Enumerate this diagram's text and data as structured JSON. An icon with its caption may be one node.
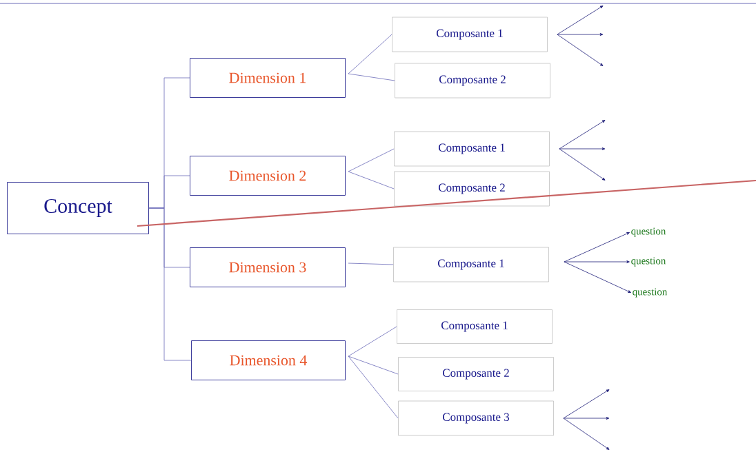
{
  "diagram": {
    "nodes": [
      {
        "text": [
          "Concept"
        ]
      },
      {
        "text": [
          "Dimension 1"
        ]
      },
      {
        "text": [
          "Composante 1"
        ]
      },
      {
        "text": [
          "Composante 2"
        ]
      },
      {
        "text": [
          "Dimension 2"
        ]
      },
      {
        "text": [
          "Composante 1"
        ]
      },
      {
        "text": [
          "Composante 2"
        ]
      },
      {
        "text": [
          "Dimension 3"
        ]
      },
      {
        "text": [
          "Composante 1"
        ]
      },
      {
        "text": [
          "question"
        ]
      },
      {
        "text": [
          "question"
        ]
      },
      {
        "text": [
          "question"
        ]
      },
      {
        "text": [
          "Dimension 4"
        ]
      },
      {
        "text": [
          "Composante 1"
        ]
      },
      {
        "text": [
          "Composante 2"
        ]
      },
      {
        "text": [
          "Composante 3"
        ]
      }
    ],
    "edges": [
      {
        "from": 0,
        "to": 1,
        "arrow": "none"
      },
      {
        "from": 0,
        "to": 4,
        "arrow": "none"
      },
      {
        "from": 0,
        "to": 7,
        "arrow": "none"
      },
      {
        "from": 0,
        "to": 12,
        "arrow": "none"
      },
      {
        "from": 1,
        "to": 2,
        "arrow": "none"
      },
      {
        "from": 1,
        "to": 3,
        "arrow": "none"
      },
      {
        "from": 4,
        "to": 5,
        "arrow": "none"
      },
      {
        "from": 4,
        "to": 6,
        "arrow": "none"
      },
      {
        "from": 7,
        "to": 8,
        "arrow": "none"
      },
      {
        "from": 12,
        "to": 13,
        "arrow": "none"
      },
      {
        "from": 12,
        "to": 14,
        "arrow": "none"
      },
      {
        "from": 12,
        "to": 15,
        "arrow": "none"
      },
      {
        "from": 2,
        "to": null,
        "arrow": "to"
      },
      {
        "from": 2,
        "to": null,
        "arrow": "to"
      },
      {
        "from": 2,
        "to": null,
        "arrow": "to"
      },
      {
        "from": 5,
        "to": null,
        "arrow": "to"
      },
      {
        "from": 5,
        "to": null,
        "arrow": "to"
      },
      {
        "from": 5,
        "to": null,
        "arrow": "to"
      },
      {
        "from": 8,
        "to": 9,
        "arrow": "to"
      },
      {
        "from": 8,
        "to": 10,
        "arrow": "to"
      },
      {
        "from": 8,
        "to": 11,
        "arrow": "to"
      },
      {
        "from": 15,
        "to": null,
        "arrow": "to"
      },
      {
        "from": 15,
        "to": null,
        "arrow": "to"
      },
      {
        "from": 15,
        "to": null,
        "arrow": "to"
      },
      {
        "from": 0,
        "to": null,
        "arrow": "none",
        "color": "#c86464"
      }
    ]
  }
}
